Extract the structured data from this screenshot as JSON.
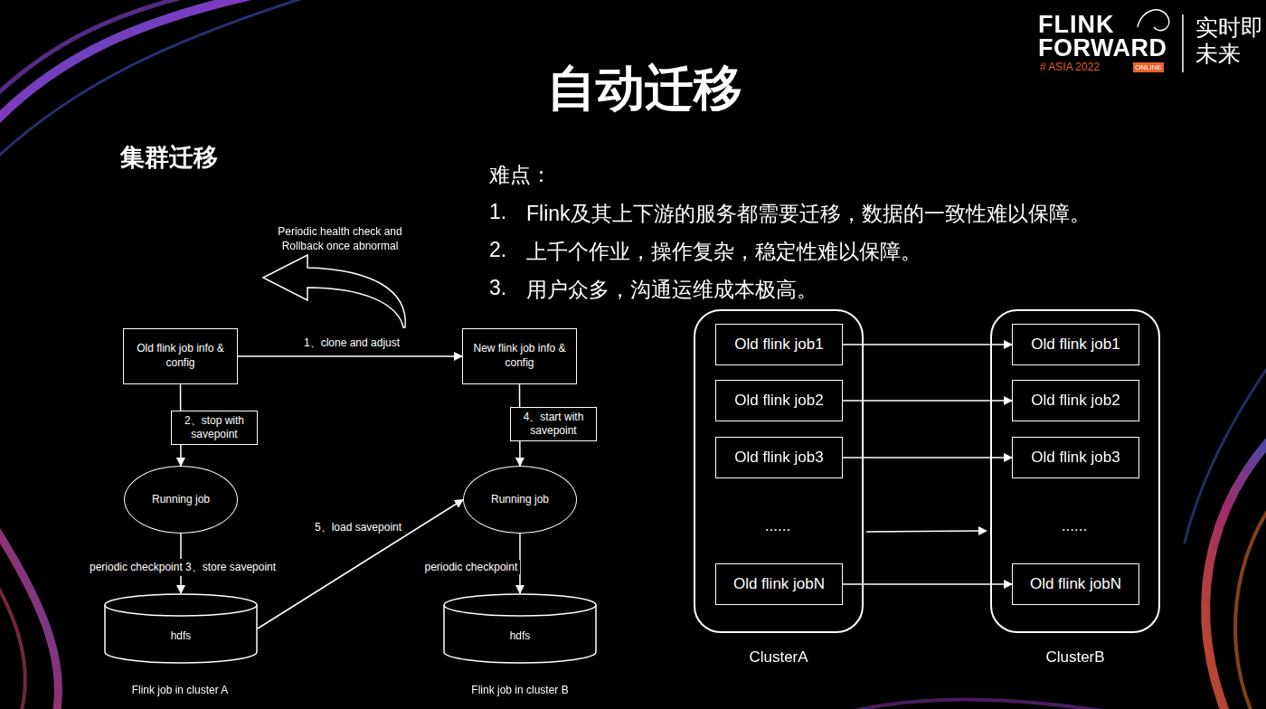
{
  "diagram": {
    "title": "自动迁移",
    "nodes": [
      {
        "text": [
          "Old flink job info & config"
        ]
      },
      {
        "text": [
          "New flink job info & config"
        ]
      },
      {
        "text": [
          "Running job"
        ]
      },
      {
        "text": [
          "Running job"
        ]
      },
      {
        "text": [
          "hdfs"
        ]
      },
      {
        "text": [
          "hdfs"
        ]
      },
      {
        "text": [
          "ClusterA"
        ]
      },
      {
        "text": [
          "Old flink job1"
        ],
        "in": 6
      },
      {
        "text": [
          "Old flink job2"
        ],
        "in": 6
      },
      {
        "text": [
          "Old flink job3"
        ],
        "in": 6
      },
      {
        "text": [
          "Old flink jobN"
        ],
        "in": 6
      },
      {
        "text": [
          "ClusterB"
        ]
      },
      {
        "text": [
          "Old flink job1"
        ],
        "in": 11
      },
      {
        "text": [
          "Old flink job2"
        ],
        "in": 11
      },
      {
        "text": [
          "Old flink job3"
        ],
        "in": 11
      },
      {
        "text": [
          "Old flink jobN"
        ],
        "in": 11
      }
    ],
    "edges": [
      {
        "from": 0,
        "to": 1,
        "arrow": "to",
        "label": "1、clone and adjust"
      },
      {
        "from": 0,
        "to": 2,
        "arrow": "to",
        "label": "2、stop with savepoint"
      },
      {
        "from": 2,
        "to": 4,
        "arrow": "to",
        "label": "periodic checkpoint 3、store savepoint"
      },
      {
        "from": 1,
        "to": 3,
        "arrow": "to",
        "label": "4、start with savepoint"
      },
      {
        "from": 3,
        "to": 5,
        "arrow": "to",
        "label": "periodic checkpoint"
      },
      {
        "from": 4,
        "to": 3,
        "arrow": "to",
        "label": "5、load savepoint"
      },
      {
        "from": 7,
        "to": 12,
        "arrow": "to"
      },
      {
        "from": 8,
        "to": 13,
        "arrow": "to"
      },
      {
        "from": 9,
        "to": 14,
        "arrow": "to"
      },
      {
        "from": 10,
        "to": 15,
        "arrow": "to"
      }
    ],
    "labels": [
      "FLINK",
      "FORWARD",
      "# ASIA 2022",
      "ONLINE",
      "实时即未来",
      "集群迁移",
      "难点：",
      "1.",
      "Flink及其上下游的服务都需要迁移，数据的一致性难以保障。",
      "2.",
      "上千个作业，操作复杂，稳定性难以保障。",
      "3.",
      "用户众多，沟通运维成本极高。",
      "Periodic health check and Rollback once abnormal",
      "Flink job in cluster A",
      "Flink job in cluster B",
      "......",
      "......"
    ]
  }
}
